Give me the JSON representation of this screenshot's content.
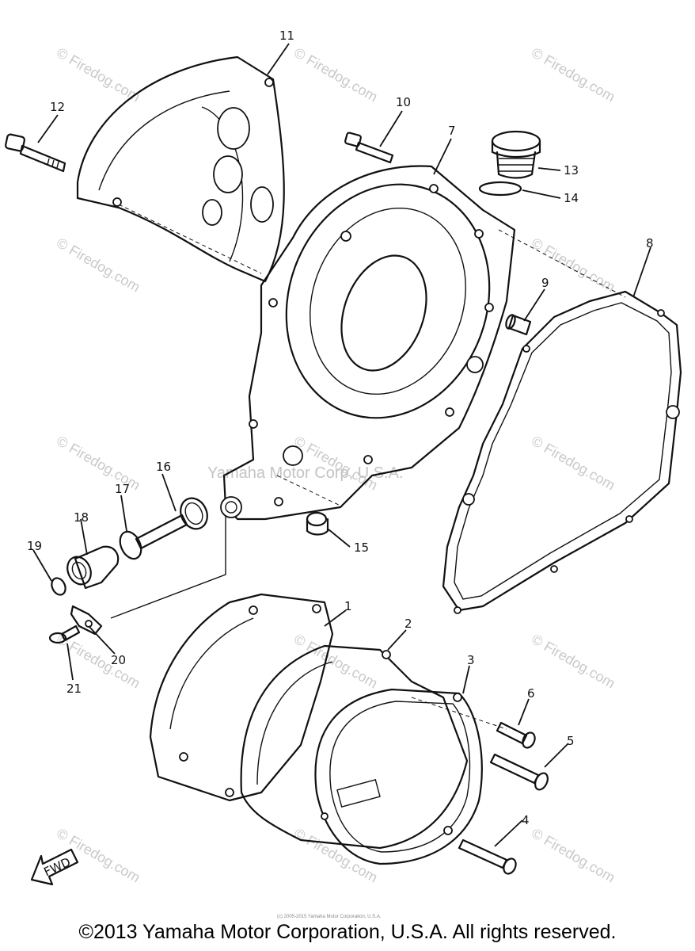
{
  "watermark": "© Firedog.com",
  "background_notice": "Yamaha Motor Corp, U.S.A.",
  "small_notice": "(c) 2005-2015 Yamaha Motor Corporation, U.S.A.",
  "direction_label": "FWD",
  "copyright": "©2013 Yamaha Motor Corporation, U.S.A. All rights reserved.",
  "callouts": {
    "c1": "1",
    "c2": "2",
    "c3": "3",
    "c4": "4",
    "c5": "5",
    "c6": "6",
    "c7": "7",
    "c8": "8",
    "c9": "9",
    "c10": "10",
    "c11": "11",
    "c12": "12",
    "c13": "13",
    "c14": "14",
    "c15": "15",
    "c16": "16",
    "c17": "17",
    "c18": "18",
    "c19": "19",
    "c20": "20",
    "c21": "21"
  }
}
